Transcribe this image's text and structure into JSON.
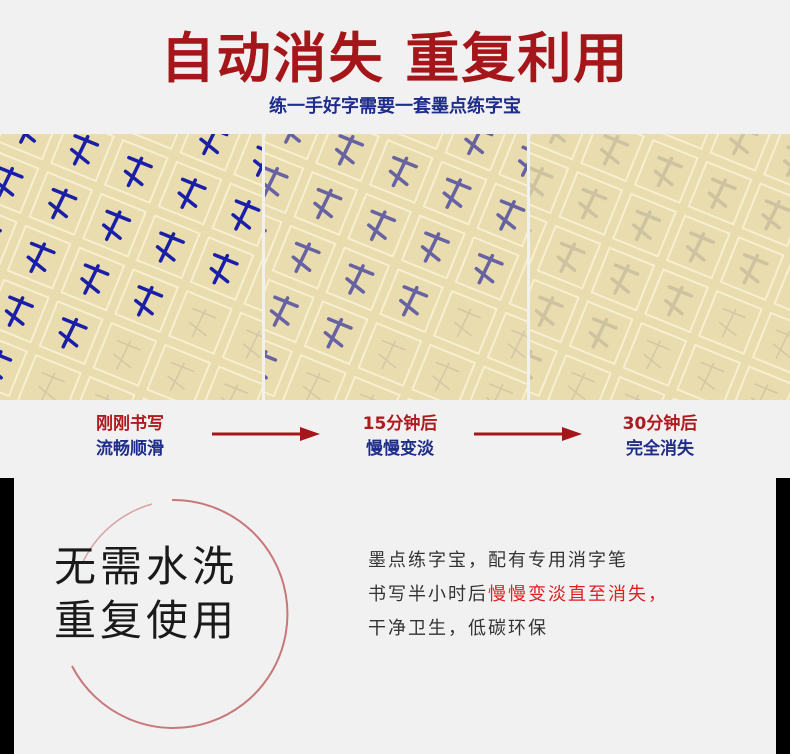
{
  "header": {
    "title": "自动消失 重复利用",
    "subtitle": "练一手好字需要一套墨点练字宝"
  },
  "panels": [
    {
      "ink_color": "#1a1fa8",
      "ink_opacity": 1.0
    },
    {
      "ink_color": "#3b3a9c",
      "ink_opacity": 0.75
    },
    {
      "ink_color": "#9a9488",
      "ink_opacity": 0.35
    }
  ],
  "stages": [
    {
      "line1": "刚刚书写",
      "line2": "流畅顺滑"
    },
    {
      "line1": "15分钟后",
      "line2": "慢慢变淡"
    },
    {
      "line1": "30分钟后",
      "line2": "完全消失"
    }
  ],
  "feature": {
    "line1": "无需水洗",
    "line2": "重复使用"
  },
  "description": {
    "line1": "墨点练字宝，配有专用消字笔",
    "line2_prefix": "书写半小时后",
    "line2_highlight": "慢慢变淡直至消失，",
    "line3": "干净卫生，低碳环保"
  },
  "colors": {
    "title_red": "#a4161a",
    "caption_blue": "#1f2d8a",
    "highlight_red": "#e02020",
    "paper": "#e9dcae"
  }
}
